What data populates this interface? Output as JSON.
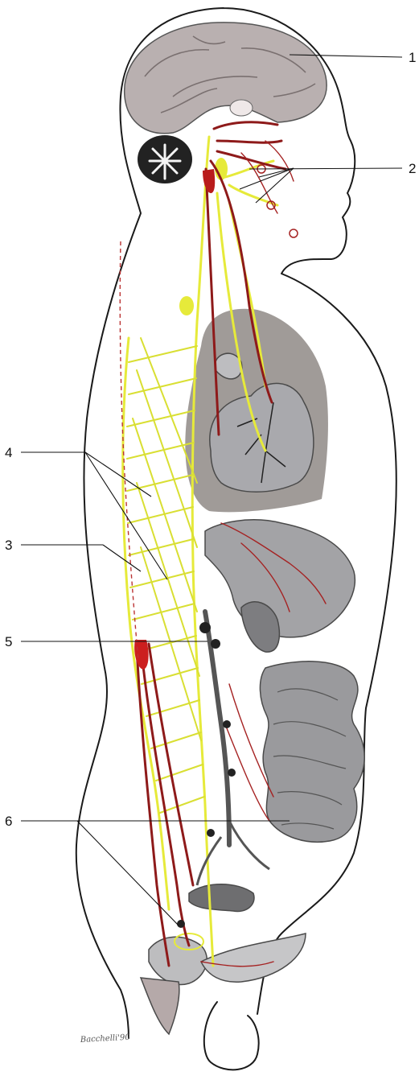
{
  "labels": {
    "l1": "1",
    "l2": "2",
    "l3": "3",
    "l4": "4",
    "l5": "5",
    "l6": "6"
  },
  "signature": "Bacchelli'90",
  "colors": {
    "sympathetic": "#e6ea3a",
    "parasympathetic": "#8e1a1a",
    "organs": "#9a9a9a",
    "brain": "#b9b0b0",
    "outline": "#1a1a1a"
  }
}
